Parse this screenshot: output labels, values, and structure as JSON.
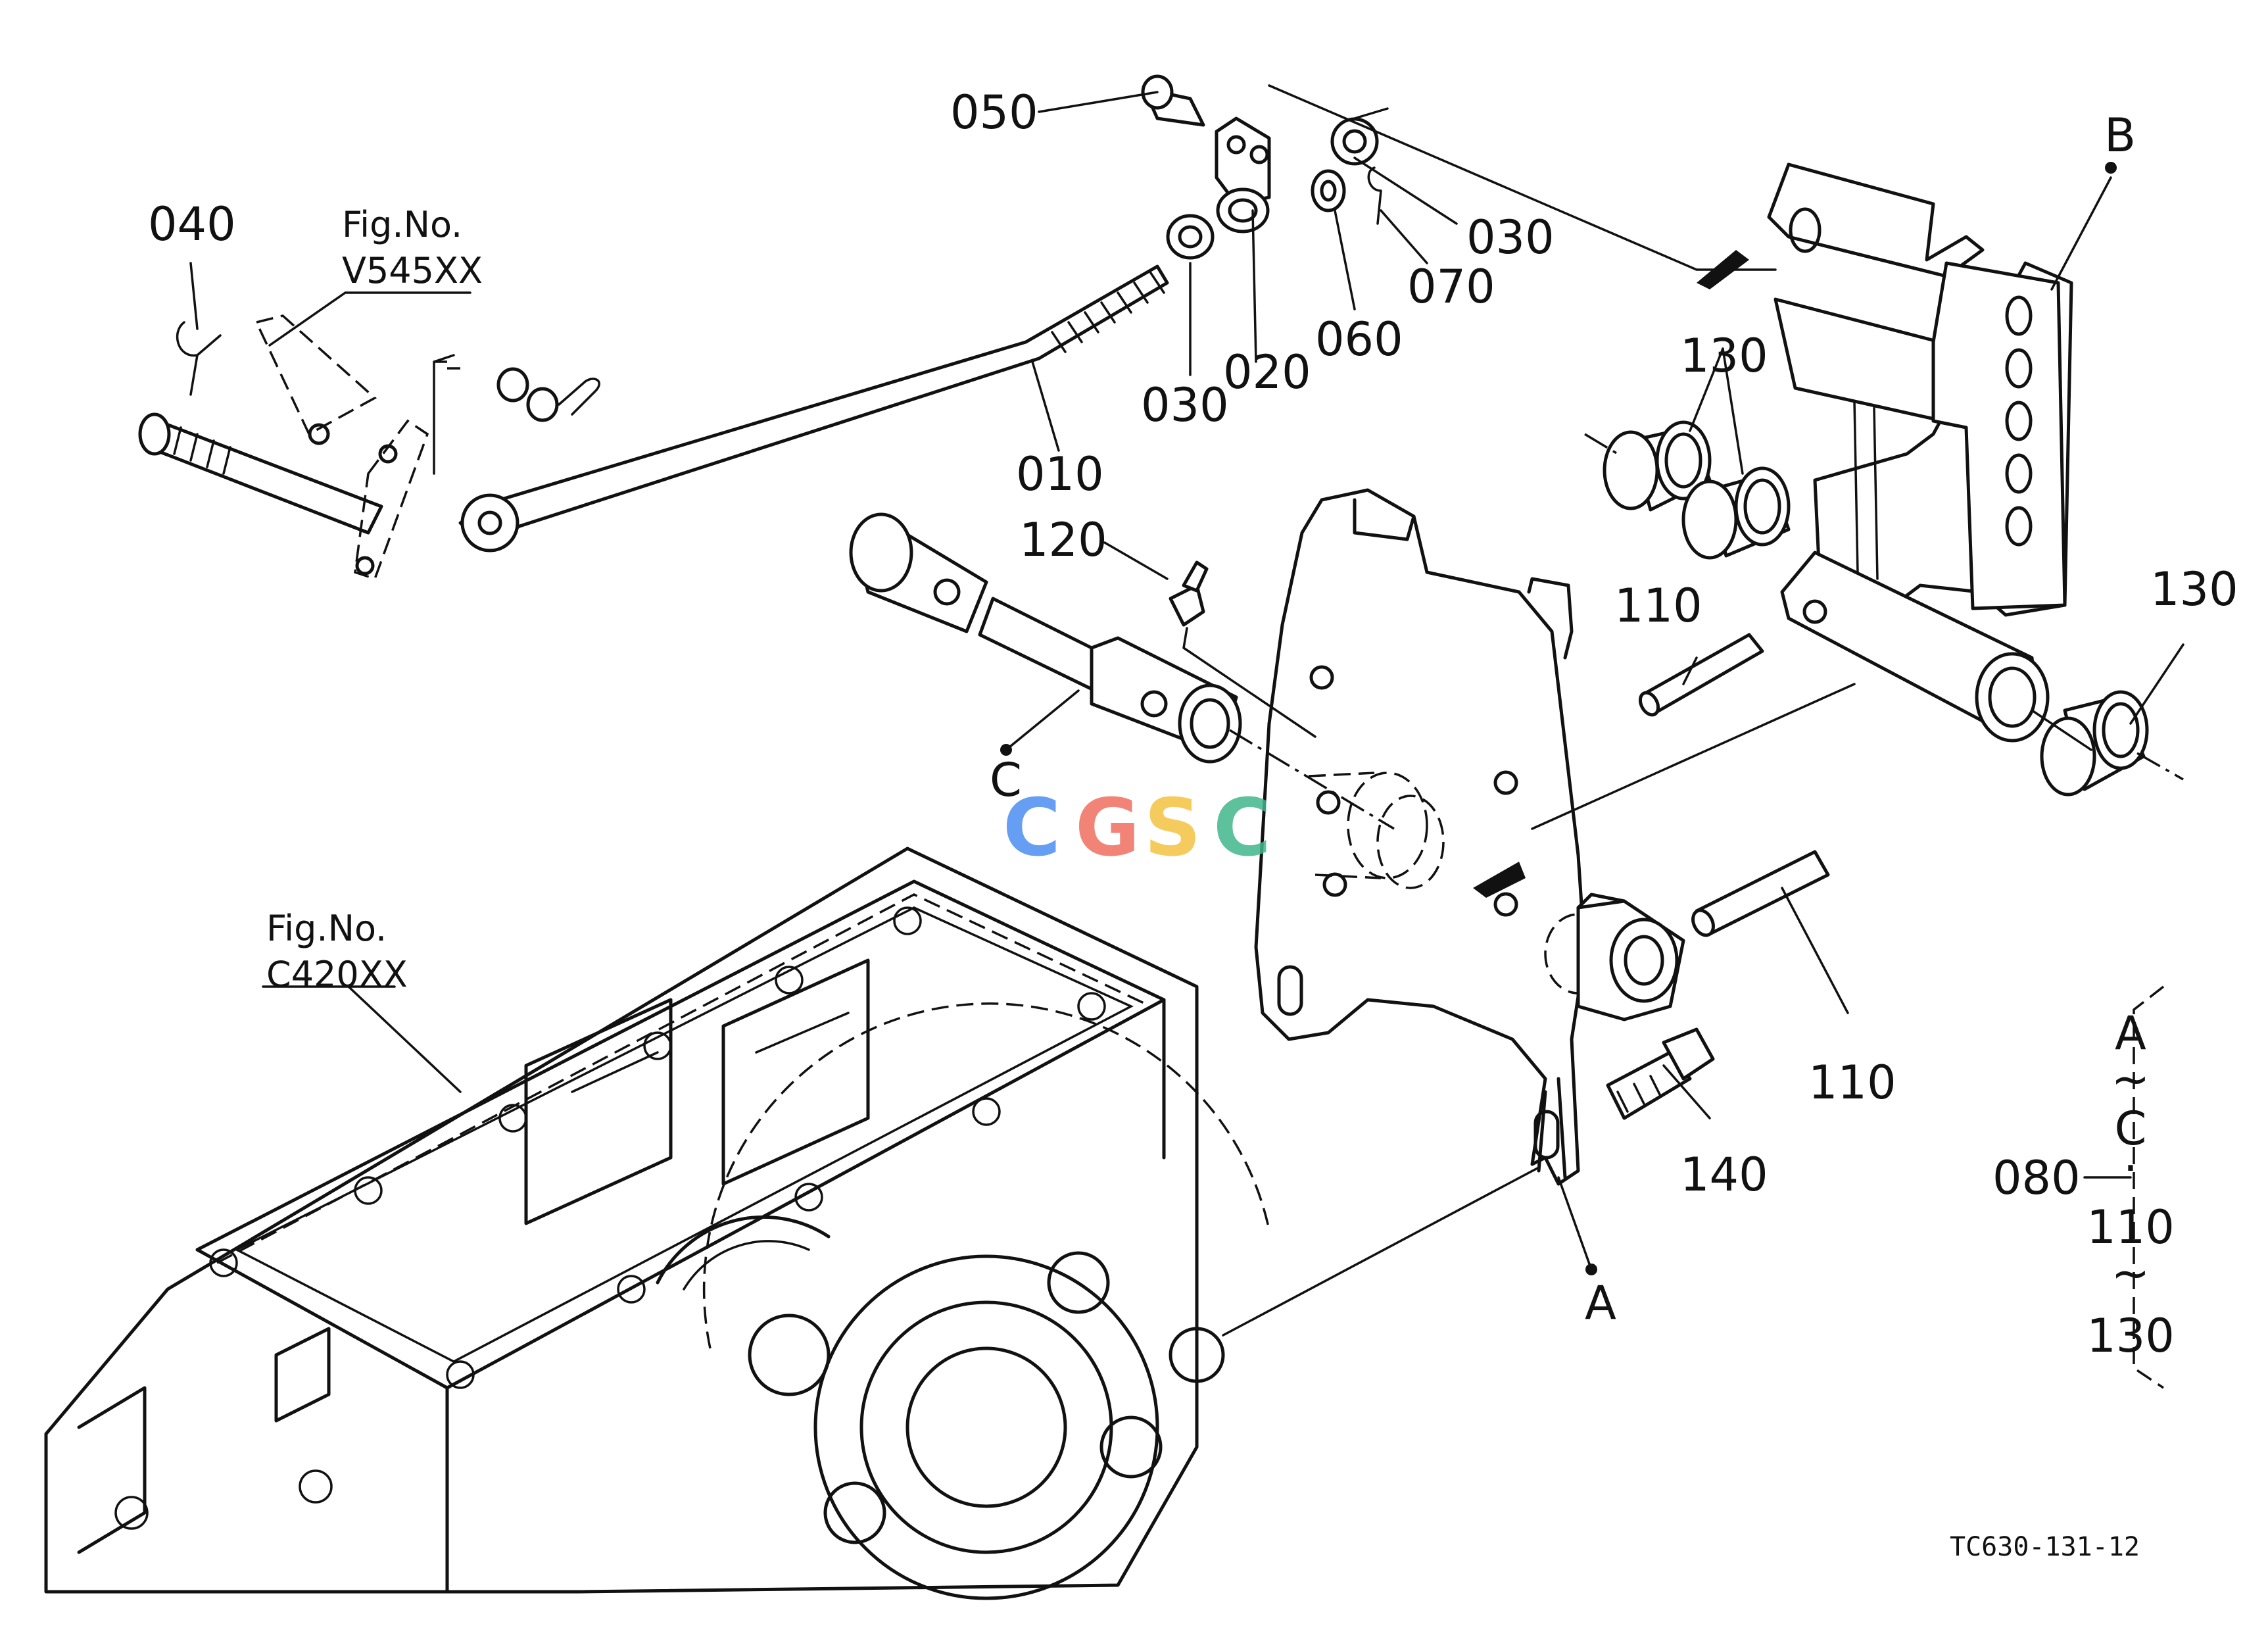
{
  "labels": {
    "p010": "010",
    "p020": "020",
    "p030a": "030",
    "p030b": "030",
    "p040": "040",
    "p050": "050",
    "p060": "060",
    "p070": "070",
    "p080": "080",
    "p110a": "110",
    "p110b": "110",
    "p120": "120",
    "p130a": "130",
    "p130b": "130",
    "p140": "140"
  },
  "refs": {
    "a": "A",
    "b": "B",
    "c": "C"
  },
  "fig_refs": {
    "v545_title": "Fig.No.",
    "v545_code": "V545XX",
    "c420_title": "Fig.No.",
    "c420_code": "C420XX"
  },
  "bracket": {
    "line1": "A",
    "tilde1": "~",
    "line2": "C",
    "dot": "·",
    "line3": "110",
    "tilde2": "~",
    "line4": "130"
  },
  "watermark": {
    "letters": [
      "C",
      "G",
      "S",
      "C"
    ],
    "colors": [
      "#4a8df0",
      "#ef6e5e",
      "#f5c242",
      "#3fb68b"
    ]
  },
  "figure_code": "TC630-131-12"
}
